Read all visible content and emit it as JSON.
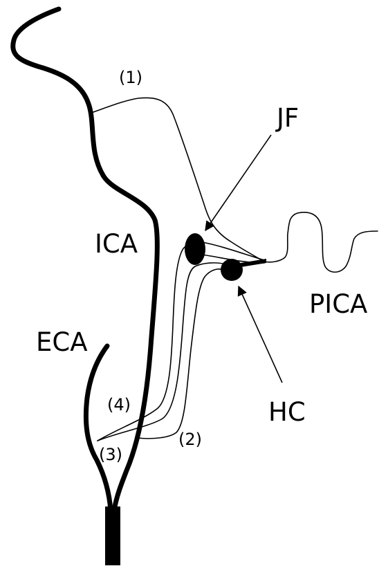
{
  "labels": {
    "ica": "ICA",
    "eca": "ECA",
    "jf": "JF",
    "hc": "HC",
    "pica": "PICA",
    "n1": "(1)",
    "n2": "(2)",
    "n3": "(3)",
    "n4": "(4)"
  },
  "colors": {
    "stroke": "#000000",
    "background": "#ffffff"
  }
}
